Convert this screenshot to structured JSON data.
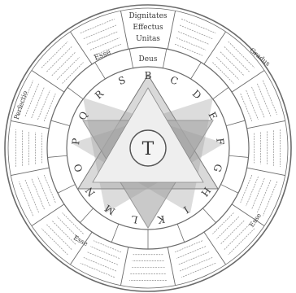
{
  "center_label": "T",
  "inner_ring_letters": [
    "B",
    "C",
    "D",
    "E",
    "F",
    "G",
    "H",
    "I",
    "K",
    "L",
    "M",
    "N",
    "O",
    "P",
    "Q",
    "R",
    "S"
  ],
  "readable_words": {
    "top_box": [
      "Dignitates",
      "Effectus",
      "Unitas"
    ],
    "top_left_box": "Esse",
    "left_box": "Perfectio",
    "right_top": "Gradus",
    "right_mid": "Esse",
    "bottom_left": "Esse",
    "deus_label": "Deus"
  },
  "colors": {
    "ink": "#3a3a3a",
    "rule": "#6a6a6a",
    "shade_light": "#d9d9d9",
    "shade_dark": "#9a9a9a"
  }
}
